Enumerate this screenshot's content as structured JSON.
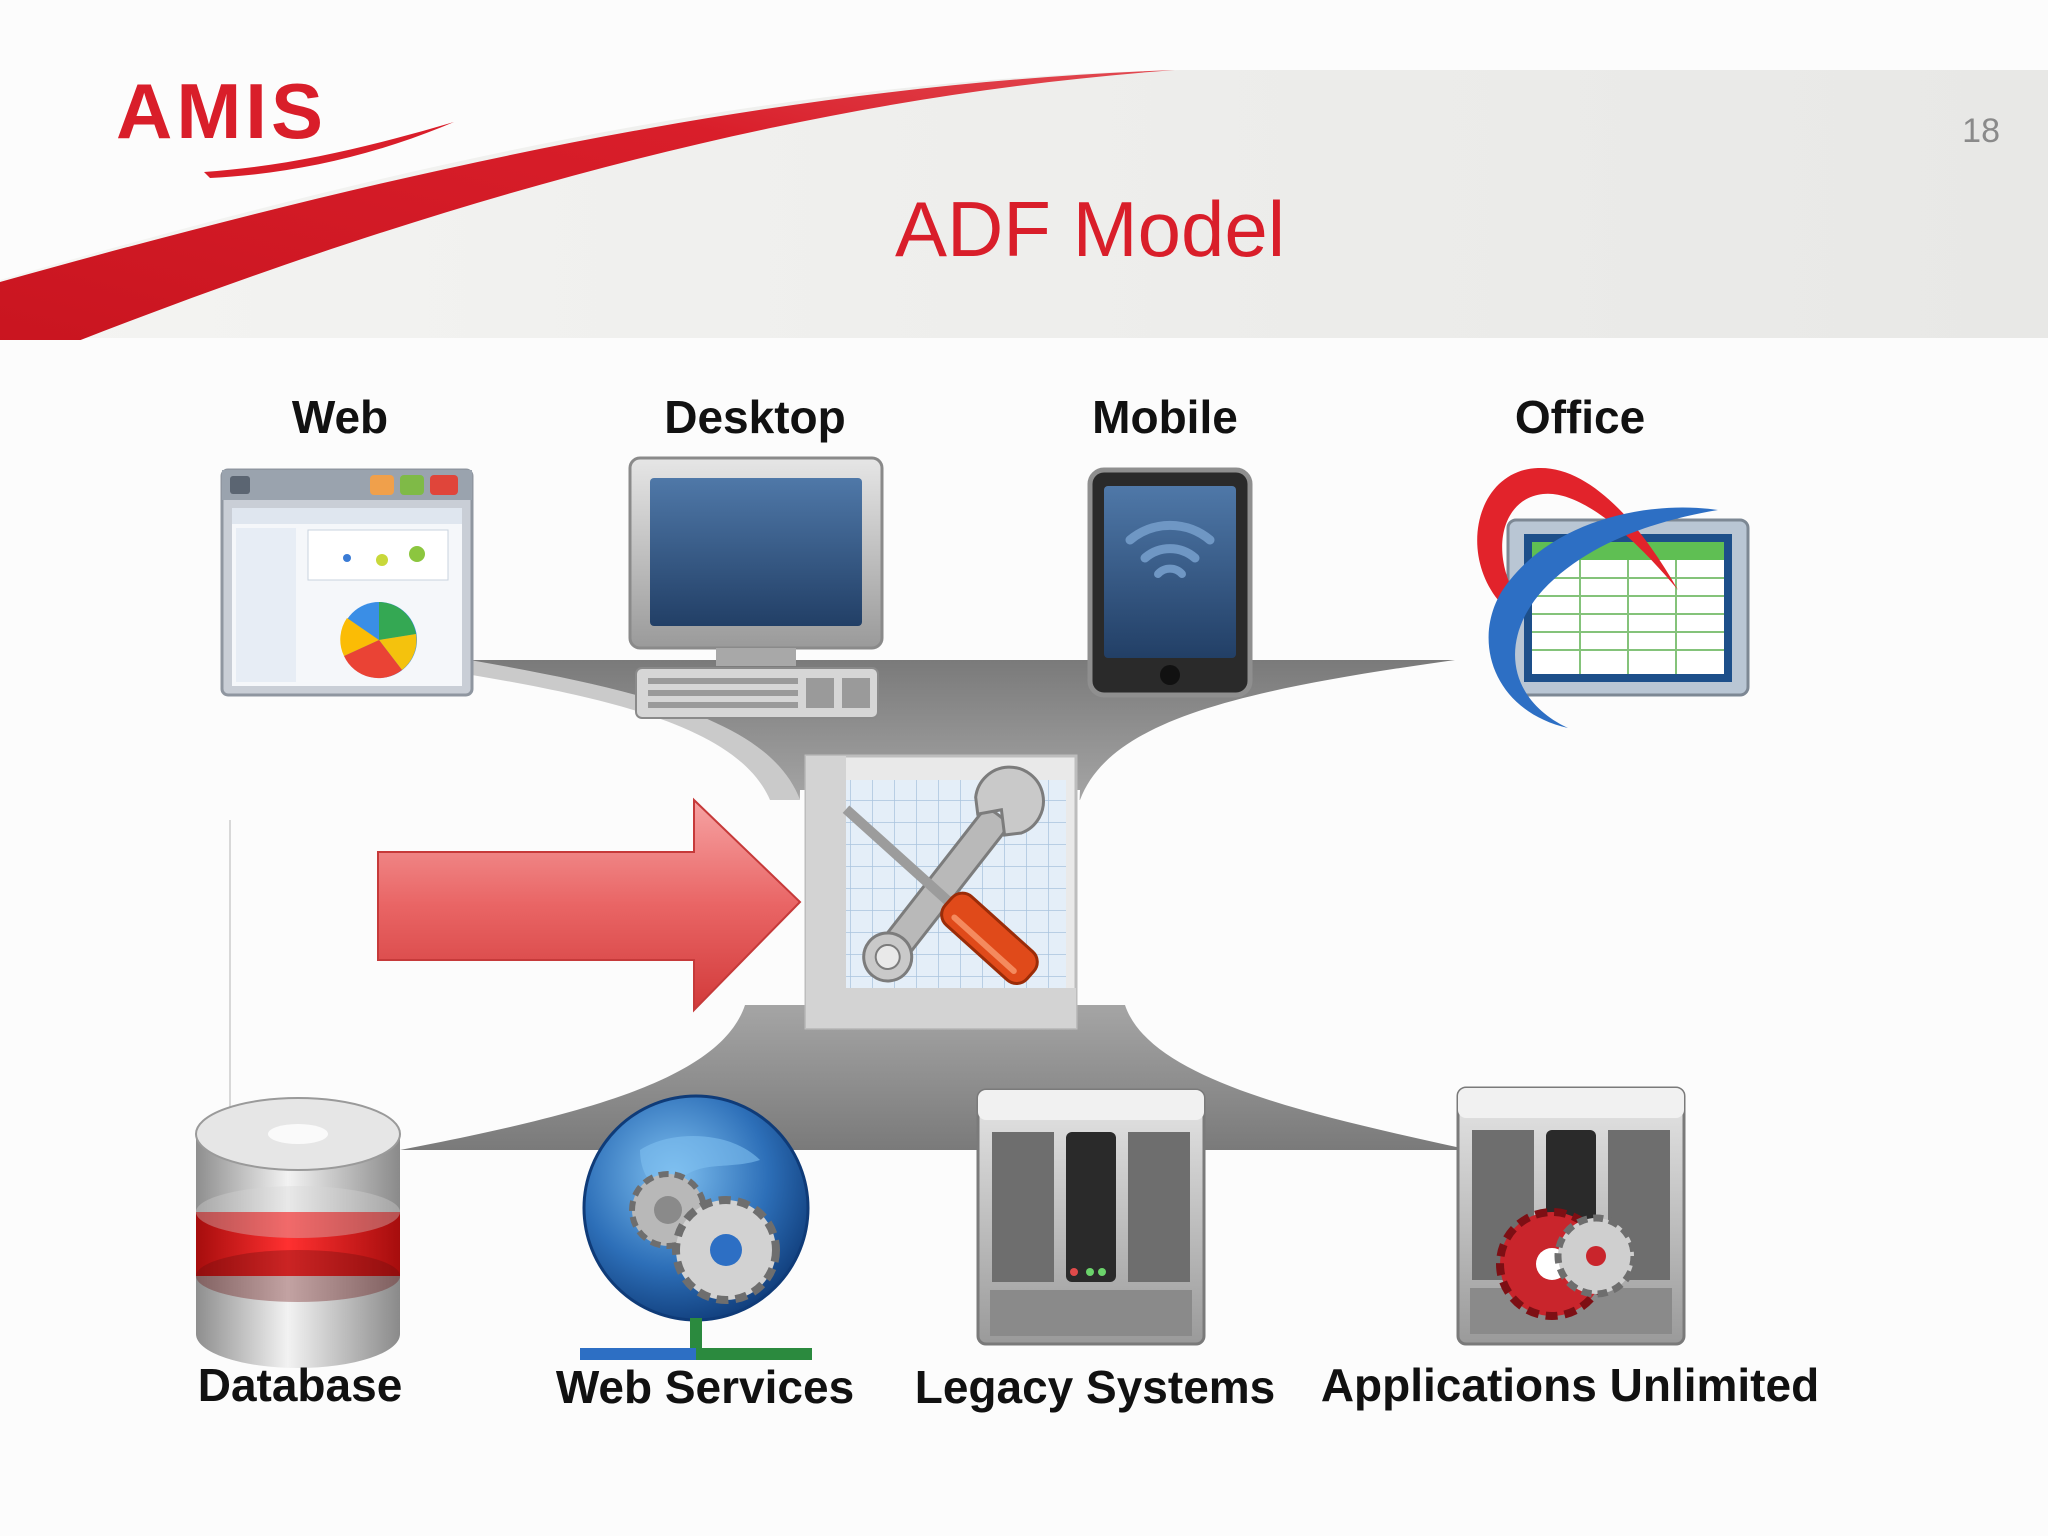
{
  "logo": {
    "text": "AMIS",
    "color": "#d91e2a"
  },
  "slide": {
    "title": "ADF Model",
    "page_number": "18"
  },
  "colors": {
    "brand_red": "#d91e2a",
    "band_grey": "#e9e9e7",
    "hub_grey": "#8c8c8c",
    "arrow_red": "#e45a5a"
  },
  "top_tiers": [
    {
      "label": "Web",
      "icon": "web-browser-icon"
    },
    {
      "label": "Desktop",
      "icon": "desktop-computer-icon"
    },
    {
      "label": "Mobile",
      "icon": "mobile-tablet-icon"
    },
    {
      "label": "Office",
      "icon": "office-spreadsheet-icon"
    }
  ],
  "center": {
    "icon": "tools-wrench-screwdriver-icon"
  },
  "arrow": {
    "icon": "right-arrow-icon"
  },
  "bottom_sources": [
    {
      "label": "Database",
      "icon": "database-icon"
    },
    {
      "label": "Web Services",
      "icon": "globe-gears-icon"
    },
    {
      "label": "Legacy Systems",
      "icon": "server-rack-icon"
    },
    {
      "label": "Applications Unlimited",
      "icon": "server-gears-icon"
    }
  ]
}
